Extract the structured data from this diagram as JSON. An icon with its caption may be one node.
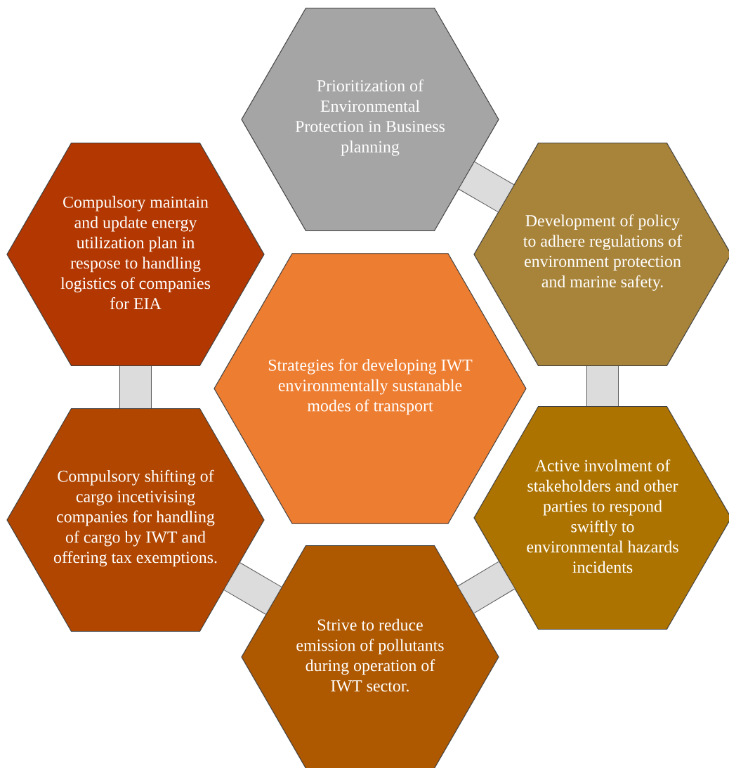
{
  "diagram": {
    "nodes": [
      {
        "text": [
          "Prioritization of Environmental Protection in Business planning"
        ]
      },
      {
        "text": [
          "Development of policy to adhere regulations of environment protection and marine safety."
        ]
      },
      {
        "text": [
          "Compulsory maintain and update energy utilization plan in respose to handling logistics of companies for EIA"
        ]
      },
      {
        "text": [
          "Strategies for developing IWT environmentally sustanable modes of transport"
        ]
      },
      {
        "text": [
          "Active involment of stakeholders and other parties to respond swiftly to environmental hazards incidents"
        ]
      },
      {
        "text": [
          "Compulsory shifting of cargo incetivising companies for handling of cargo by IWT and offering tax exemptions."
        ]
      },
      {
        "text": [
          "Strive to reduce emission of pollutants during operation of IWT sector."
        ]
      }
    ],
    "edges": [
      {
        "from": 0,
        "to": 1,
        "arrow": "none"
      },
      {
        "from": 1,
        "to": 4,
        "arrow": "none"
      },
      {
        "from": 4,
        "to": 6,
        "arrow": "none"
      },
      {
        "from": 6,
        "to": 5,
        "arrow": "none"
      },
      {
        "from": 5,
        "to": 2,
        "arrow": "none"
      }
    ]
  }
}
